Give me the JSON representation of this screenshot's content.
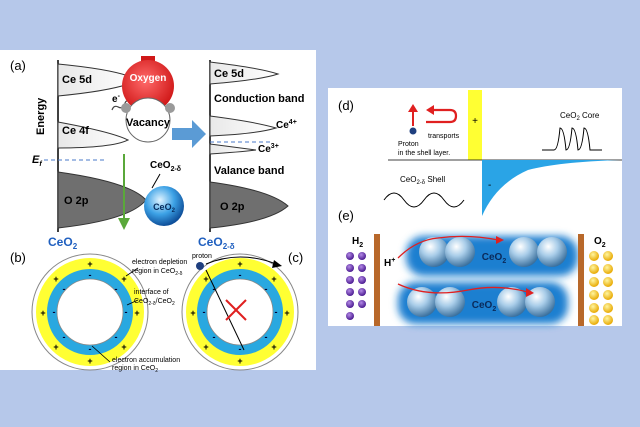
{
  "panel_labels": {
    "a": "(a)",
    "b": "(b)",
    "c": "(c)",
    "d": "(d)",
    "e": "(e)"
  },
  "energy_diagram": {
    "energy_axis": "Energy",
    "ce5d": "Ce 5d",
    "ce4f": "Ce 4f",
    "o2p": "O 2p",
    "ef": "E",
    "ef_sub": "f",
    "electron": "e",
    "electron_sup": "-",
    "oxygen": "Oxygen",
    "vacancy": "Vacancy",
    "ceo2_label": "CeO",
    "ceo2_sub": "2",
    "ceo2d_label": "CeO",
    "ceo2d_sub": "2-δ",
    "sphere_label": "CeO",
    "sphere_sub": "2",
    "conduction_band": "Conduction band",
    "valance_band": "Valance band",
    "ce5d_right": "Ce 5d",
    "o2p_right": "O 2p",
    "ce4plus": "Ce",
    "ce4plus_sup": "4+",
    "ce3plus": "Ce",
    "ce3plus_sup": "3+"
  },
  "rings": {
    "depletion_1": "electron depletion",
    "depletion_2": "region in CeO",
    "depletion_sub": "2-δ",
    "interface_1": "interface of",
    "interface_2": "CeO",
    "interface_sub": "2-δ",
    "interface_3": "/CeO",
    "interface_sub2": "2",
    "accumulation_1": "electron accumulation",
    "accumulation_2": "region in CeO",
    "accumulation_sub": "2",
    "proton": "proton",
    "plus": "+",
    "minus": "-"
  },
  "panel_d": {
    "proton_1": "Proton",
    "proton_2": "transports",
    "proton_3": "in the shell layer.",
    "core_1": "CeO",
    "core_sub": "2",
    "core_2": " Core",
    "shell_1": "CeO",
    "shell_sub": "2-δ",
    "shell_2": " Shell",
    "plus": "+",
    "minus": "-"
  },
  "panel_e": {
    "h2": "H",
    "h2_sub": "2",
    "o2": "O",
    "o2_sub": "2",
    "hplus": "H",
    "hplus_sup": "+",
    "ceo2_top": "CeO",
    "ceo2_top_sub": "2",
    "ceo2_bottom": "CeO",
    "ceo2_bottom_sub": "2"
  },
  "colors": {
    "background": "#b6c8ea",
    "oxygen_red": "#e02020",
    "ring_yellow": "#ffff33",
    "ring_blue": "#29a8e0",
    "band_gray": "#6f6f6f",
    "h2_purple": "#6a2fb0",
    "o2_gold": "#f0c000",
    "electrode_brown": "#b8682a",
    "ceo2_blue_text": "#1f5fbf"
  }
}
